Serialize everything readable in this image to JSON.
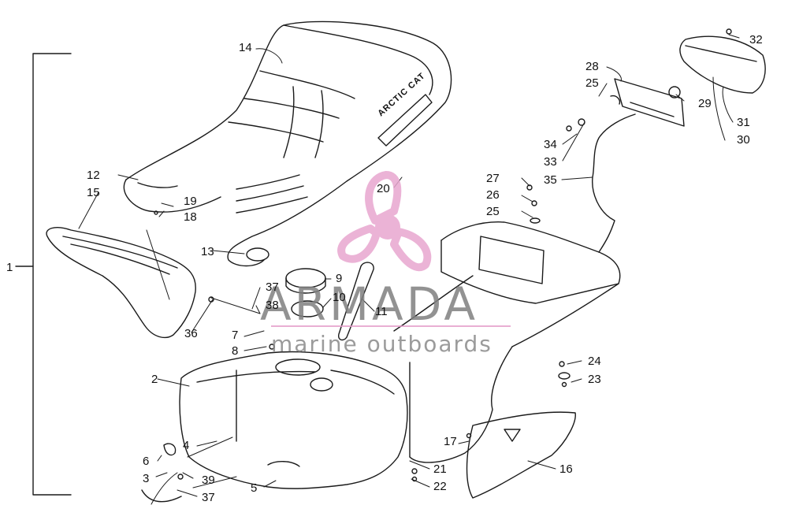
{
  "watermark": {
    "title": "ARMADA",
    "subtitle": "marine outboards",
    "accent_color": "#e8a6cf",
    "text_color": "#808080"
  },
  "seat_logo": "ARCTIC CAT",
  "callouts": {
    "c1": "1",
    "c2": "2",
    "c3": "3",
    "c4": "4",
    "c5": "5",
    "c6": "6",
    "c7": "7",
    "c8": "8",
    "c9": "9",
    "c10": "10",
    "c11": "11",
    "c12": "12",
    "c13": "13",
    "c14": "14",
    "c15": "15",
    "c16": "16",
    "c17": "17",
    "c18": "18",
    "c19": "19",
    "c20": "20",
    "c21": "21",
    "c22": "22",
    "c23": "23",
    "c24": "24",
    "c25a": "25",
    "c25b": "25",
    "c26": "26",
    "c27": "27",
    "c28": "28",
    "c29": "29",
    "c30": "30",
    "c31": "31",
    "c32": "32",
    "c33": "33",
    "c34": "34",
    "c35": "35",
    "c36": "36",
    "c37a": "37",
    "c37b": "37",
    "c38": "38",
    "c39": "39"
  }
}
